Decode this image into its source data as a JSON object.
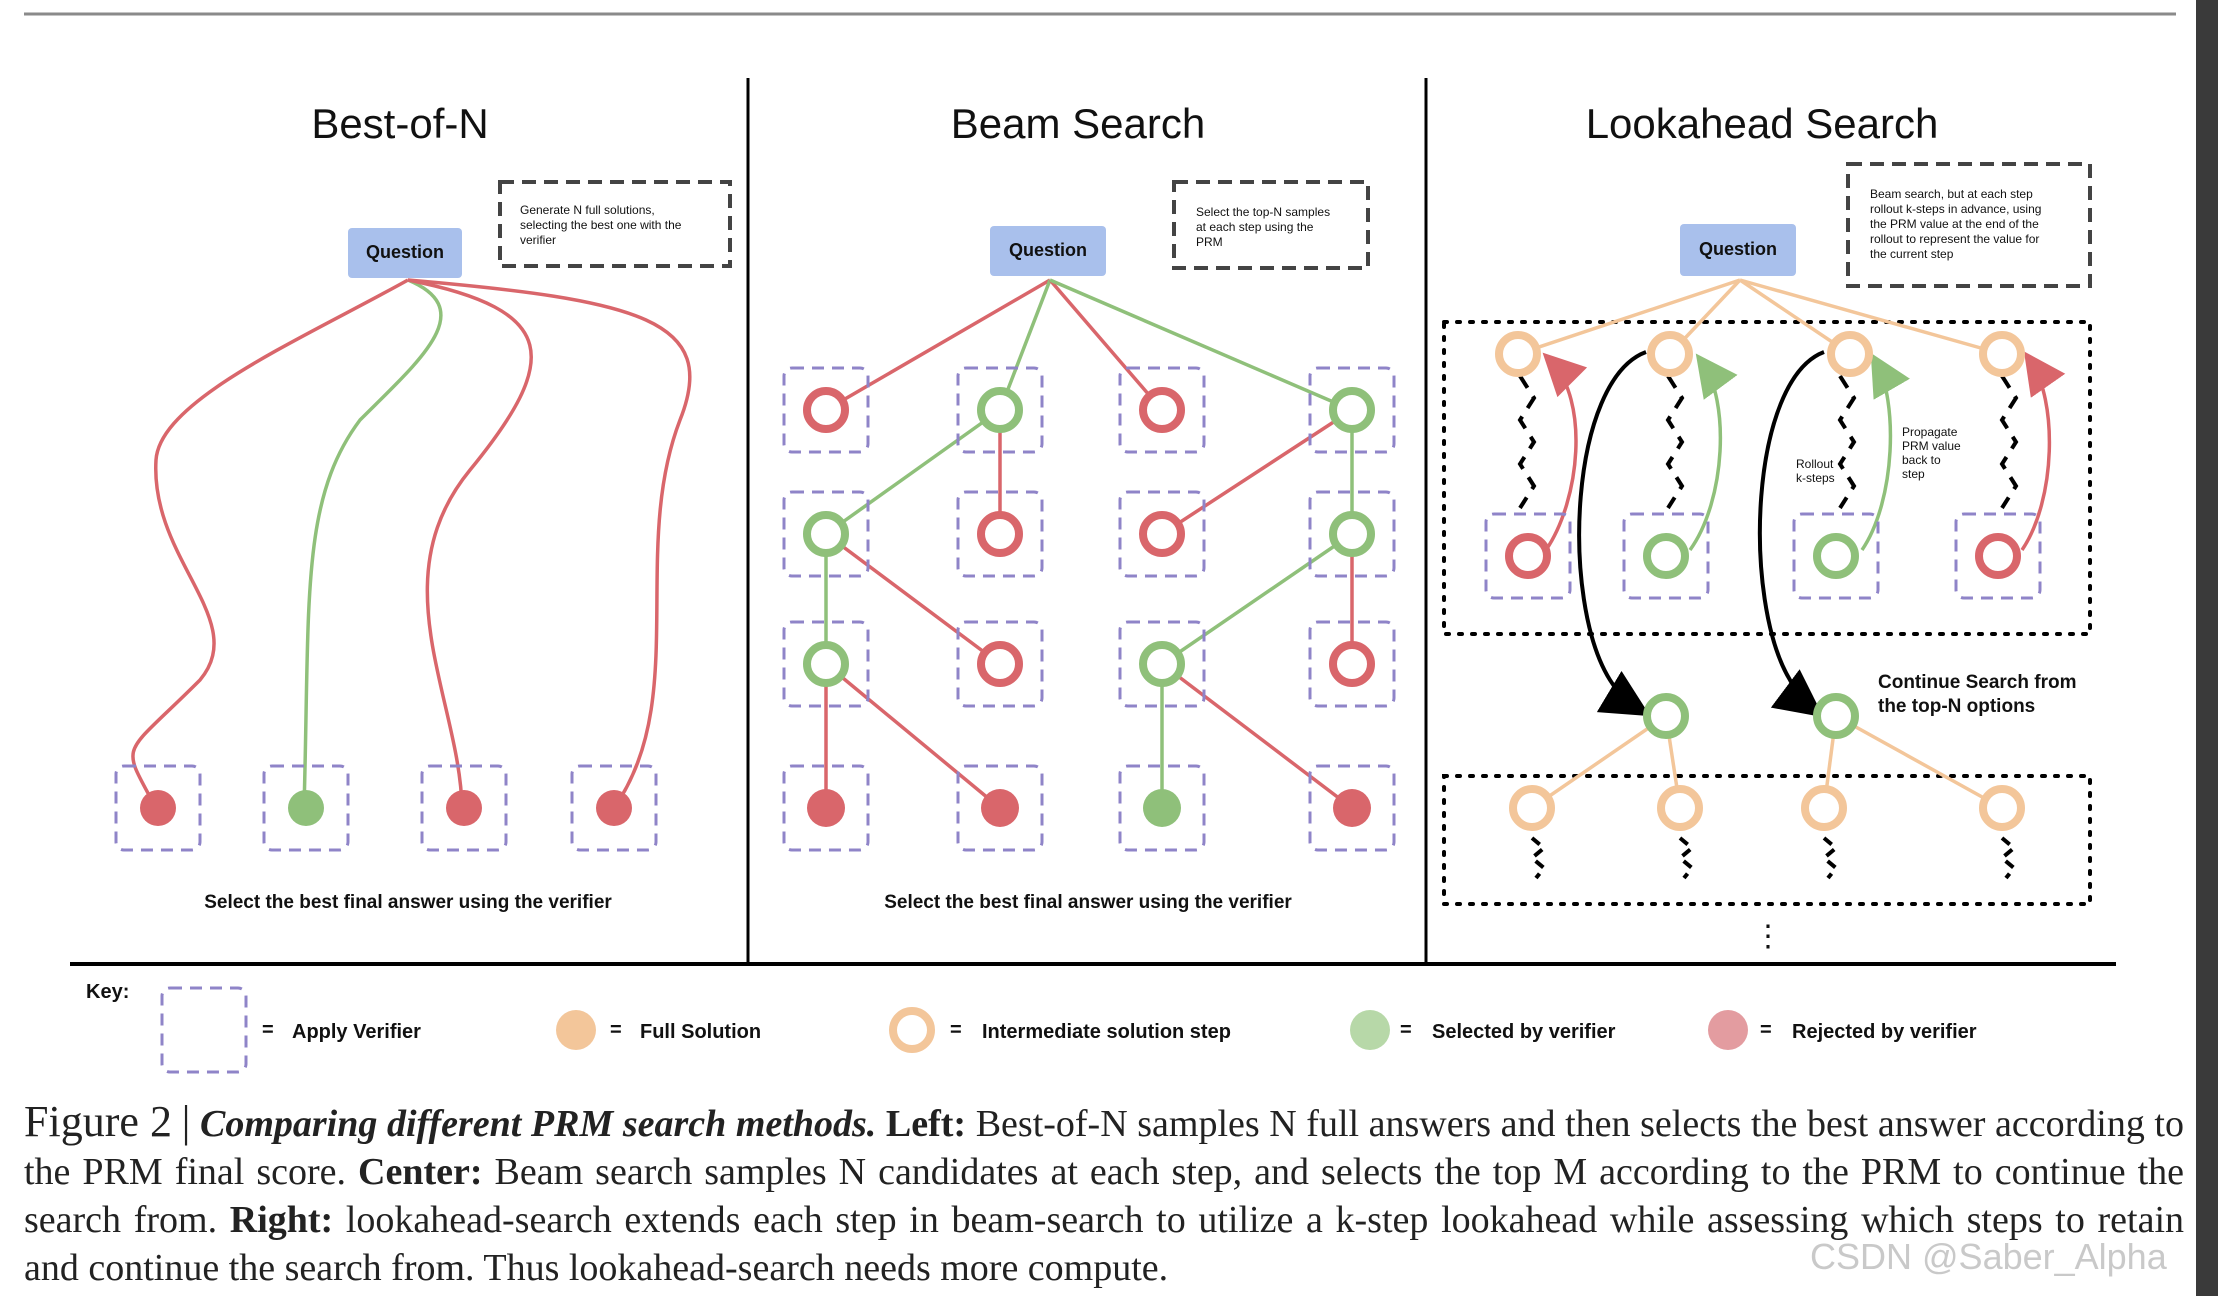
{
  "panels": {
    "best_of_n": {
      "title": "Best-of-N",
      "question": "Question",
      "note": [
        "Generate N full solutions,",
        "selecting the best one with the",
        "verifier"
      ],
      "footer": "Select the best final answer using the verifier"
    },
    "beam_search": {
      "title": "Beam Search",
      "question": "Question",
      "note": [
        "Select the top-N samples",
        "at each step using the",
        "PRM"
      ],
      "footer": "Select the best final answer using the verifier"
    },
    "lookahead": {
      "title": "Lookahead Search",
      "question": "Question",
      "note": [
        "Beam search, but at each step",
        "rollout k-steps in advance, using",
        "the PRM value at the end of the",
        "rollout to represent the value for",
        "the current step"
      ],
      "rollout_label": [
        "Rollout",
        "k-steps"
      ],
      "propagate_label": [
        "Propagate",
        "PRM value",
        "back to",
        "step"
      ],
      "continue_label": [
        "Continue Search from",
        "the top-N options"
      ],
      "ellipsis": "⋮"
    }
  },
  "key": {
    "title": "Key:",
    "items": [
      {
        "symbol": "verifier-box",
        "label": "Apply Verifier"
      },
      {
        "symbol": "full-solution",
        "label": "Full Solution"
      },
      {
        "symbol": "intermediate-step",
        "label": "Intermediate solution step"
      },
      {
        "symbol": "selected",
        "label": "Selected by verifier"
      },
      {
        "symbol": "rejected",
        "label": "Rejected by verifier"
      }
    ],
    "equals": "="
  },
  "caption": {
    "figure": "Figure 2",
    "separator": "|",
    "title": "Comparing different PRM search methods.",
    "left_label": "Left:",
    "left_text": "Best-of-N samples N full answers and then selects the best answer according to the PRM final score.",
    "center_label": "Center:",
    "center_text": "Beam search samples N candidates at each step, and selects the top M according to the PRM to continue the search from.",
    "right_label": "Right:",
    "right_text": "lookahead-search extends each step in beam-search to utilize a k-step lookahead while assessing which steps to retain and continue the search from. Thus lookahead-search needs more compute."
  },
  "watermark": "CSDN @Saber_Alpha",
  "colors": {
    "red": "#d9666b",
    "green": "#8fc07a",
    "orange": "#f3c69a",
    "question_bg": "#a9c0ec",
    "verifier_box": "#8f84c8",
    "rule": "#8a8a8a"
  }
}
